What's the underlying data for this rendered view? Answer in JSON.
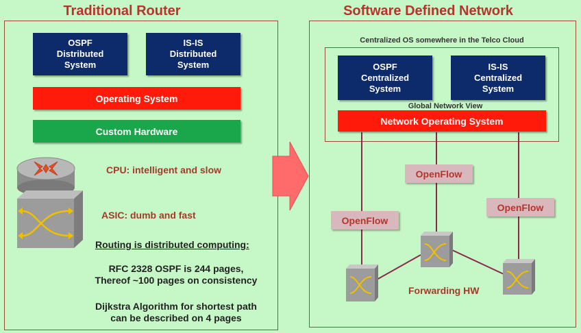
{
  "left": {
    "title": "Traditional Router",
    "ospf": [
      "OSPF",
      "Distributed",
      "System"
    ],
    "isis": [
      "IS-IS",
      "Distributed",
      "System"
    ],
    "os": "Operating System",
    "hardware": "Custom Hardware",
    "cpu": "CPU: intelligent and slow",
    "asic": "ASIC: dumb and fast",
    "routing_heading": "Routing is distributed computing:",
    "rfc": [
      "RFC 2328 OSPF is 244 pages,",
      "Thereof ~100 pages on consistency"
    ],
    "dijkstra": [
      "Dijkstra Algorithm for shortest path",
      "can be described on 4 pages"
    ]
  },
  "right": {
    "title": "Software Defined Network",
    "cloud_label": "Centralized OS somewhere in the Telco Cloud",
    "ospf": [
      "OSPF",
      "Centralized",
      "System"
    ],
    "isis": [
      "IS-IS",
      "Centralized",
      "System"
    ],
    "global_view": "Global Network View",
    "nos": "Network Operating System",
    "openflow_labels": [
      "OpenFlow",
      "OpenFlow",
      "OpenFlow"
    ],
    "forwarding": "Forwarding HW"
  },
  "colors": {
    "background": "#c6f7c6",
    "title_red": "#b5342c",
    "navy": "#0d2a6b",
    "os_red": "#ff1a0a",
    "hardware_green": "#1aa64a",
    "openflow_pink": "#d9b8bd",
    "arrow": "#ff6b6b"
  }
}
